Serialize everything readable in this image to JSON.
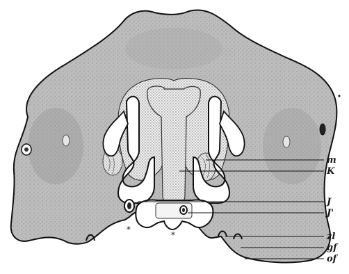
{
  "figure": {
    "labels": {
      "m": "m",
      "K": "K",
      "J": "J",
      "J_prime": "J'",
      "zl": "zl",
      "gf": "gf",
      "of": "of"
    },
    "markers": {
      "star_left": "*",
      "star_right": "*"
    },
    "colors": {
      "tissue": "#bdbdbd",
      "tissue_dark": "#8a8a8a",
      "cartilage": "#f2f2f2",
      "cavity": "#ffffff",
      "outline": "#111111"
    }
  }
}
